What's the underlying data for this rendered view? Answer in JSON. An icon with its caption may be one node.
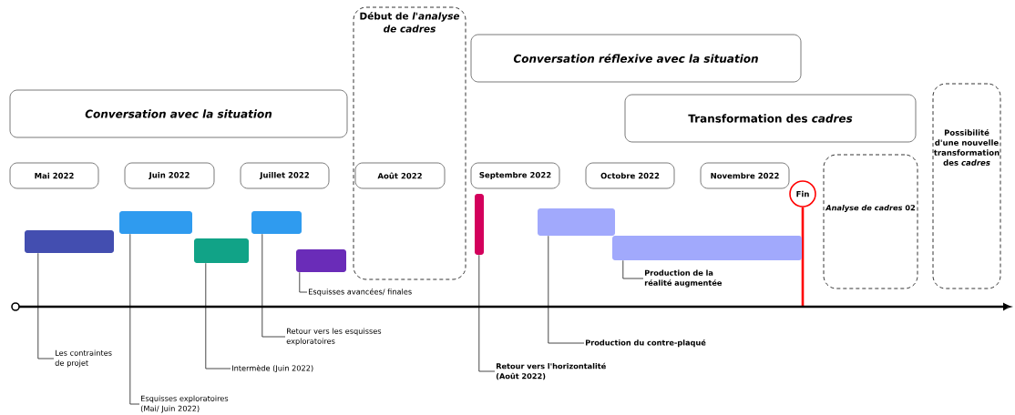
{
  "diagram": {
    "nodes": [
      {
        "text": [
          "Début de *l'analyse de cadres*"
        ]
      },
      {
        "text": [
          "Conversation réflexive avec la situation"
        ]
      },
      {
        "text": [
          "Possibilité d'une nouvelle transformation des *cadres*"
        ]
      },
      {
        "text": [
          "Conversation avec la situation"
        ]
      },
      {
        "text": [
          "Transformation des *cadres*"
        ]
      },
      {
        "text": [
          "Mai 2022"
        ]
      },
      {
        "text": [
          "Juin 2022"
        ]
      },
      {
        "text": [
          "Juillet 2022"
        ]
      },
      {
        "text": [
          "Août 2022"
        ],
        "in": 0
      },
      {
        "text": [
          "Septembre 2022"
        ]
      },
      {
        "text": [
          "Octobre 2022"
        ]
      },
      {
        "text": [
          "Novembre 2022"
        ]
      },
      {
        "text": [
          "*Analyse de cadres* 02"
        ]
      },
      {
        "text": [
          "Fin"
        ]
      },
      {
        "text": [],
        "shape": "bar"
      },
      {
        "text": [],
        "shape": "bar"
      },
      {
        "text": [],
        "shape": "bar"
      },
      {
        "text": [],
        "shape": "bar"
      },
      {
        "text": [],
        "shape": "bar"
      },
      {
        "text": [],
        "shape": "bar"
      },
      {
        "text": [],
        "shape": "bar"
      },
      {
        "text": [],
        "shape": "bar"
      },
      {
        "text": [
          "Esquisses avancées/ finales"
        ]
      },
      {
        "text": [
          "Production de la réalité augmentée"
        ]
      },
      {
        "text": [
          "Les contraintes de projet"
        ]
      },
      {
        "text": [
          "Retour vers les esquisses exploratoires"
        ]
      },
      {
        "text": [
          "Production du contre-plaqué"
        ]
      },
      {
        "text": [
          "Intermède (Juin 2022)"
        ]
      },
      {
        "text": [
          "Retour vers l'horizontalité (Août 2022)"
        ]
      },
      {
        "text": [
          "Esquisses exploratoires (Mai/ Juin 2022)"
        ]
      }
    ],
    "edges": [
      {
        "from": 24,
        "to": 14,
        "arrow": "none"
      },
      {
        "from": 29,
        "to": 15,
        "arrow": "none"
      },
      {
        "from": 27,
        "to": 16,
        "arrow": "none"
      },
      {
        "from": 25,
        "to": 17,
        "arrow": "none"
      },
      {
        "from": 22,
        "to": 18,
        "arrow": "none"
      },
      {
        "from": 28,
        "to": 19,
        "arrow": "none"
      },
      {
        "from": 26,
        "to": 20,
        "arrow": "none"
      },
      {
        "from": 23,
        "to": 21,
        "arrow": "none"
      },
      {
        "from": 13,
        "to": null,
        "arrow": "none",
        "style": "thick",
        "color": "#ff0000"
      }
    ]
  }
}
